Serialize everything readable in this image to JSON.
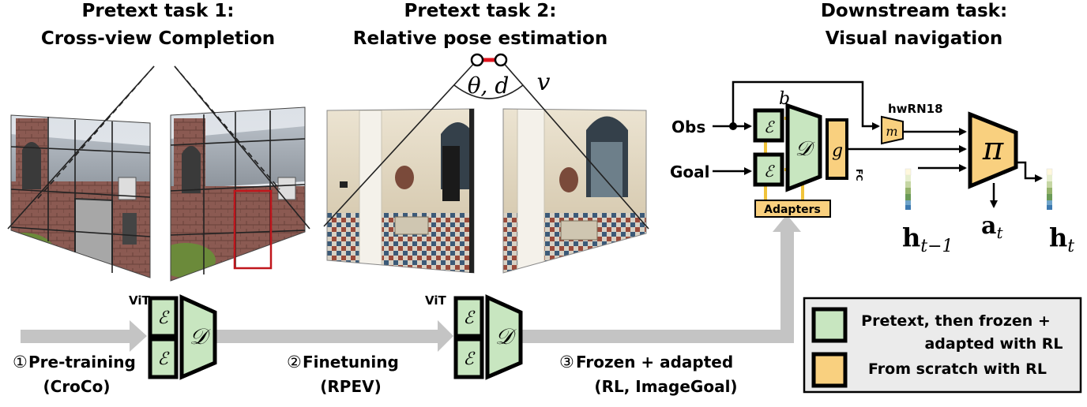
{
  "headings": {
    "pretext1": [
      "Pretext task 1:",
      "Cross-view Completion"
    ],
    "pretext2": [
      "Pretext task 2:",
      "Relative pose estimation"
    ],
    "downstream": [
      "Downstream task:",
      "Visual navigation"
    ]
  },
  "pose_labels": {
    "theta_d": "θ, d",
    "v": "v"
  },
  "stages": [
    {
      "number": "①",
      "line1": "Pre-training",
      "line2": "(CroCo)"
    },
    {
      "number": "②",
      "line1": "Finetuning",
      "line2": "(RPEV)"
    },
    {
      "number": "③",
      "line1": "Frozen + adapted",
      "line2": "(RL, ImageGoal)"
    }
  ],
  "model": {
    "vit_label": "ViT",
    "encoder_symbol": "ℰ",
    "decoder_symbol": "𝒟"
  },
  "nav": {
    "obs_label": "Obs",
    "goal_label": "Goal",
    "b_label": "b",
    "g_label": "g",
    "fc_label": "FC",
    "m_label": "m",
    "hwrn_label": "hwRN18",
    "pi_label": "π",
    "adapters_label": "Adapters",
    "a_label": "a",
    "a_sub": "t",
    "h_prev_label": "h",
    "h_prev_sub": "t−1",
    "h_label": "h",
    "h_sub": "t"
  },
  "legend": {
    "items": [
      {
        "text_lines": [
          "Pretext, then frozen +",
          "adapted with RL"
        ],
        "color": "#c8e6c0"
      },
      {
        "text_lines": [
          "From scratch with RL"
        ],
        "color": "#f9d07f"
      }
    ]
  },
  "colors": {
    "green": "#c8e6c0",
    "orange": "#f9d07f",
    "flow_arrow": "#c4c4c4",
    "mask_red": "#c0161c",
    "legend_bg": "#ebebeb"
  }
}
